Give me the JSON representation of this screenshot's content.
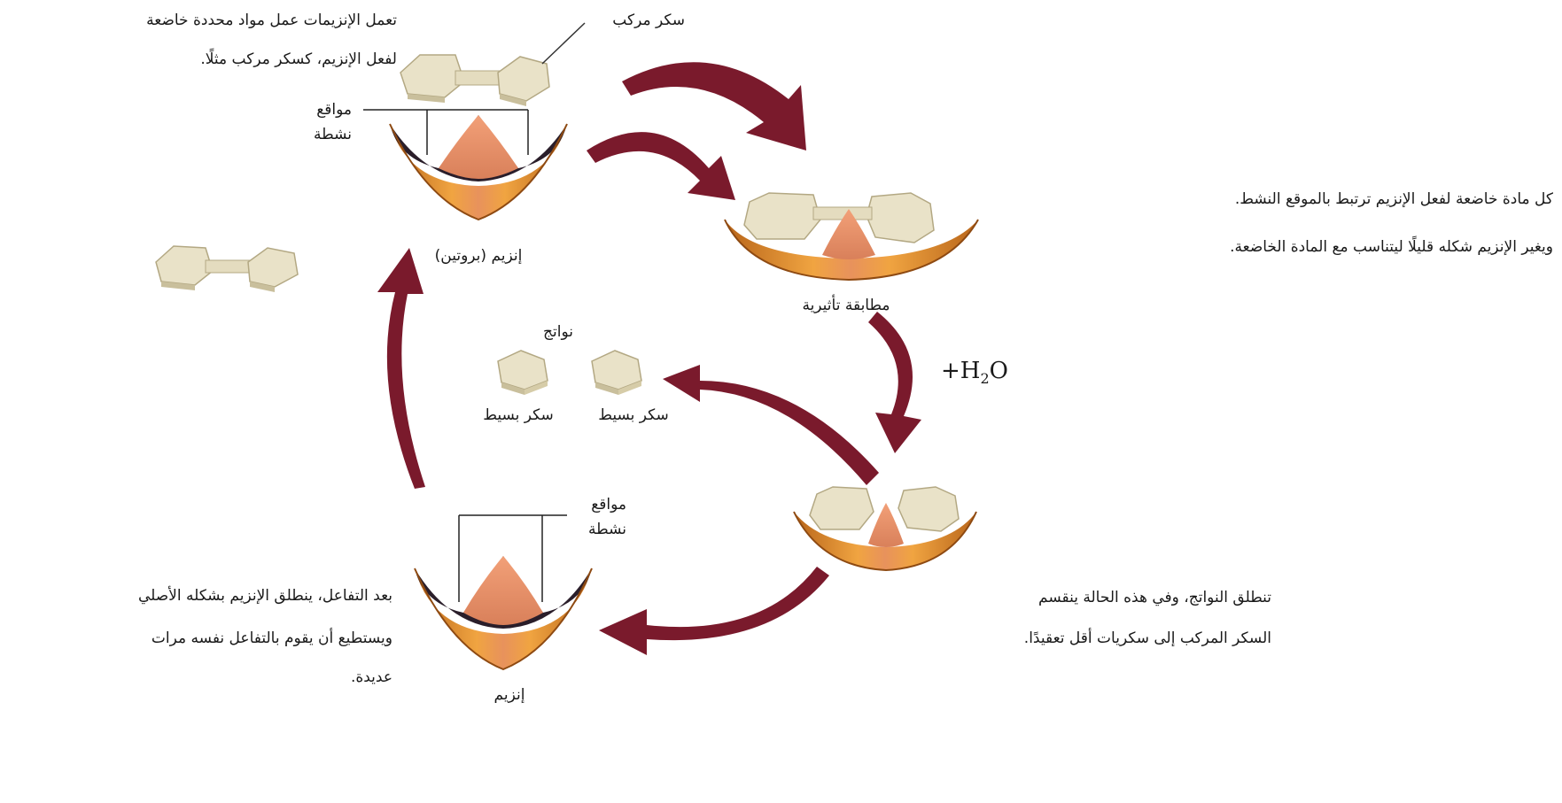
{
  "texts": {
    "intro_line1": "تعمل الإنزيمات عمل مواد محددة خاضعة",
    "intro_line2": "لفعل الإنزيم، كسكر مركب مثلًا.",
    "complex_sugar": "سكر مركب",
    "active_sites_top_1": "مواقع",
    "active_sites_top_2": "نشطة",
    "enzyme_protein": "إنزيم (بروتين)",
    "induced_fit": "مطابقة تأثيرية",
    "binding_line1": "كل مادة خاضعة لفعل الإنزيم ترتبط بالموقع النشط.",
    "binding_line2": "ويغير الإنزيم شكله قليلًا ليتناسب مع المادة الخاضعة.",
    "water_plus": "+H",
    "water_sub": "2",
    "water_o": "O",
    "products": "نواتج",
    "simple_sugar_1": "سكر بسيط",
    "simple_sugar_2": "سكر بسيط",
    "release_line1": "تنطلق النواتج، وفي هذه الحالة ينقسم",
    "release_line2": "السكر المركب إلى سكريات أقل تعقيدًا.",
    "active_sites_bottom_1": "مواقع",
    "active_sites_bottom_2": "نشطة",
    "enzyme": "إنزيم",
    "after_line1": "بعد التفاعل، ينطلق الإنزيم بشكله الأصلي",
    "after_line2": "ويستطيع أن يقوم بالتفاعل نفسه مرات",
    "after_line3": "عديدة."
  },
  "colors": {
    "arrow": "#7a1a2c",
    "enzyme_outer": "#c9741e",
    "enzyme_mid": "#e89a3a",
    "enzyme_inner": "#e8906a",
    "pocket": "#2a1e2a",
    "sugar_top": "#e9e2c8",
    "sugar_side": "#c9bf9c",
    "sugar_edge": "#a89d7a"
  }
}
